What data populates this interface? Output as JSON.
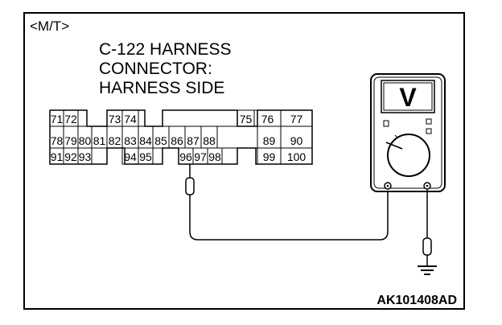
{
  "diagram": {
    "variant_label": "<M/T>",
    "title_lines": [
      "C-122 HARNESS",
      "CONNECTOR:",
      "HARNESS SIDE"
    ],
    "figure_code": "AK101408AD"
  },
  "connector": {
    "rows": [
      [
        "71",
        "72",
        "",
        "73",
        "74",
        "",
        "",
        "",
        "",
        "",
        "75",
        "76",
        "77"
      ],
      [
        "78",
        "79",
        "80",
        "81",
        "82",
        "83",
        "84",
        "85",
        "86",
        "87",
        "88",
        "89",
        "90"
      ],
      [
        "91",
        "92",
        "93",
        "",
        "94",
        "95",
        "",
        "96",
        "97",
        "98",
        "",
        "99",
        "100"
      ]
    ],
    "probed_terminal": "96"
  },
  "meter": {
    "display_glyph": "V",
    "icon": "voltmeter-icon"
  },
  "ground": {
    "icon": "ground-icon"
  }
}
